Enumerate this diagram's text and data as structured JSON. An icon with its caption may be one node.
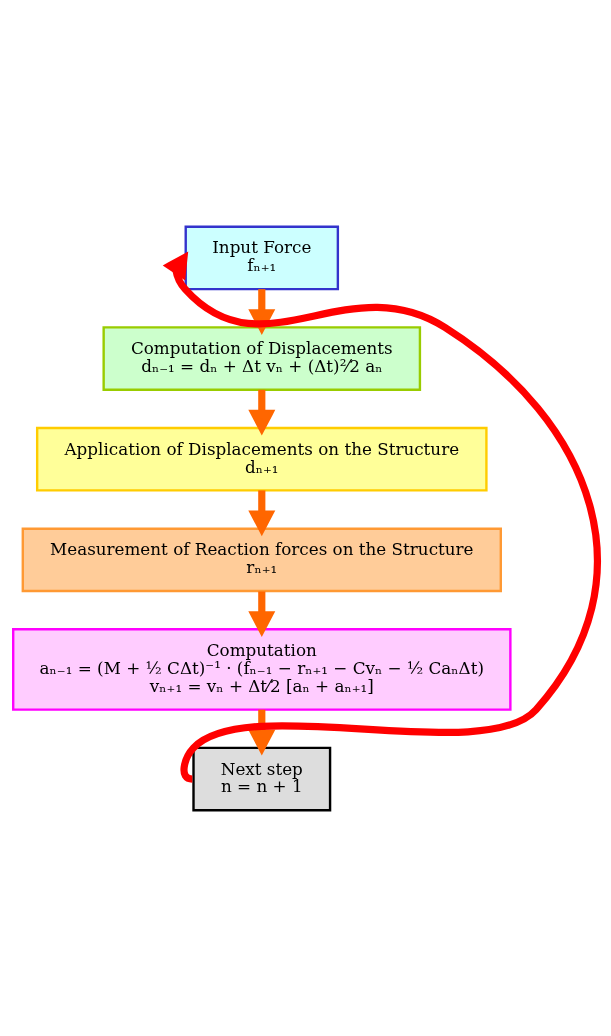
{
  "diagram": {
    "nodes": [
      {
        "text": [
          "Input Force",
          "fₙ₊₁"
        ]
      },
      {
        "text": [
          "Computation of Displacements",
          "dₙ₋₁ = dₙ + Δt vₙ + (Δt)²⁄2 aₙ"
        ]
      },
      {
        "text": [
          "Application of Displacements on the Structure",
          "dₙ₊₁"
        ]
      },
      {
        "text": [
          "Measurement of Reaction forces on the Structure",
          "rₙ₊₁"
        ]
      },
      {
        "text": [
          "Computation",
          "aₙ₋₁ = (M + ½ CΔt)⁻¹ · (fₙ₋₁ − rₙ₊₁ − Cvₙ − ½ CaₙΔt)",
          "vₙ₊₁ = vₙ + Δt⁄2 [aₙ + aₙ₊₁]"
        ]
      },
      {
        "text": [
          "Next step",
          "n = n + 1"
        ]
      }
    ],
    "edges": [
      {
        "from": 0,
        "to": 1,
        "arrow": "to"
      },
      {
        "from": 1,
        "to": 2,
        "arrow": "to"
      },
      {
        "from": 2,
        "to": 3,
        "arrow": "to"
      },
      {
        "from": 3,
        "to": 4,
        "arrow": "to"
      },
      {
        "from": 4,
        "to": 5,
        "arrow": "to"
      },
      {
        "from": 5,
        "to": 0,
        "arrow": "to",
        "color": "#ff0000"
      }
    ]
  }
}
